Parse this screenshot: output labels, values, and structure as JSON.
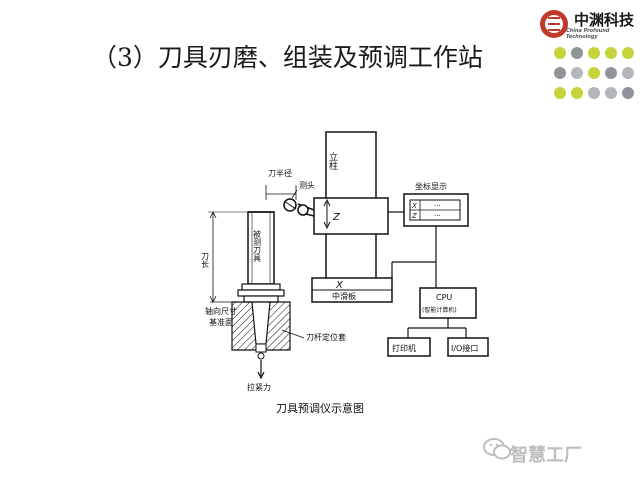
{
  "slide": {
    "title": "（3）刀具刃磨、组装及预调工作站",
    "caption": "刀具预调仪示意图"
  },
  "logo": {
    "name": "中渊科技",
    "subtitle": "China Profound Technology"
  },
  "watermark": {
    "text": "智慧工厂",
    "icon": "wechat-icon"
  },
  "diagram": {
    "column": "立柱",
    "probe_head": "测头",
    "tool_radius": "刀半径",
    "z_axis": "Z",
    "x_axis": "X",
    "slide": "中滑板",
    "coordinate_display": "坐标显示",
    "display_x": "X",
    "display_z": "Z",
    "display_values": "···",
    "tool_under_test": "被测刀具",
    "tool_length": "刀长",
    "axial_reference": "轴向尺寸基准面",
    "axial_reference_line1": "轴向尺寸",
    "axial_reference_line2": "基准面",
    "holder_sleeve": "刀杆定位套",
    "clamping_force": "拉紧力",
    "cpu": "CPU",
    "cpu_detail": "(智能计算机)",
    "printer": "打印机",
    "io_port": "I/O接口"
  },
  "colors": {
    "dots": [
      "#c6d33b",
      "#8f939a",
      "#c6d33b",
      "#c6d33b",
      "#c6d33b",
      "#8f939a",
      "#b3b6bb",
      "#c6d33b",
      "#8f939a",
      "#b3b6bb",
      "#c6d33b",
      "#c6d33b",
      "#b3b6bb",
      "#b3b6bb",
      "#8f939a"
    ]
  }
}
